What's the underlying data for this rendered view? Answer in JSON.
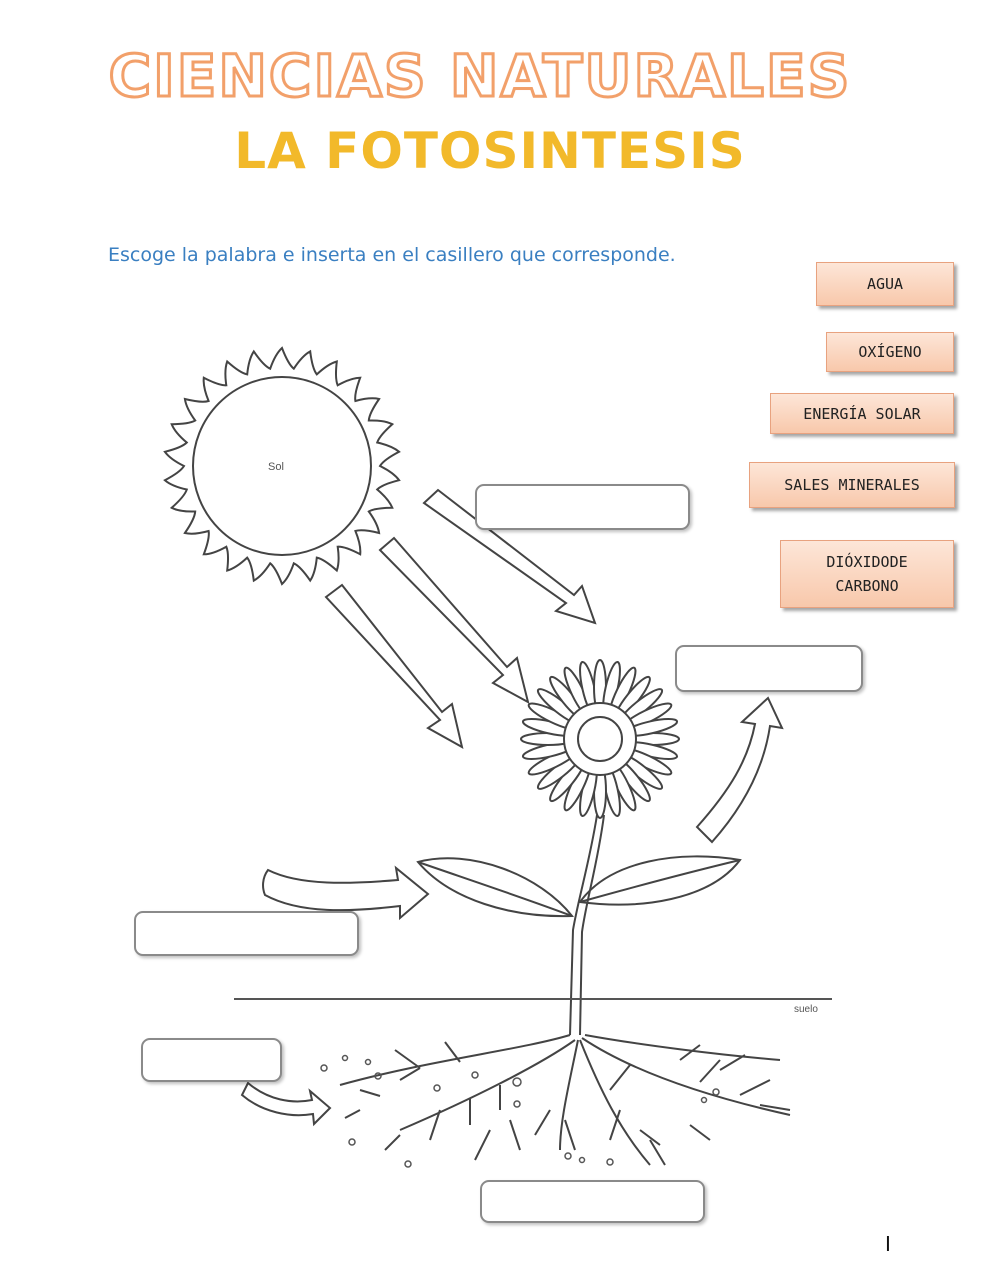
{
  "header": {
    "title": "CIENCIAS NATURALES",
    "subtitle": "LA FOTOSINTESIS"
  },
  "instruction": "Escoge la palabra e inserta en el casillero que corresponde.",
  "word_bank": [
    {
      "label": "AGUA"
    },
    {
      "label": "OXÍGENO"
    },
    {
      "label": "ENERGÍA SOLAR"
    },
    {
      "label": "SALES MINERALES"
    },
    {
      "label": "DIÓXIDODE\nCARBONO"
    }
  ],
  "diagram": {
    "sun_label": "Sol",
    "soil_label": "suelo"
  },
  "page_number": "I",
  "colors": {
    "title_outline": "#f2a06a",
    "subtitle": "#f2b92a",
    "instruction": "#3a7fc1",
    "tile_fill": "#f8c8ab"
  }
}
